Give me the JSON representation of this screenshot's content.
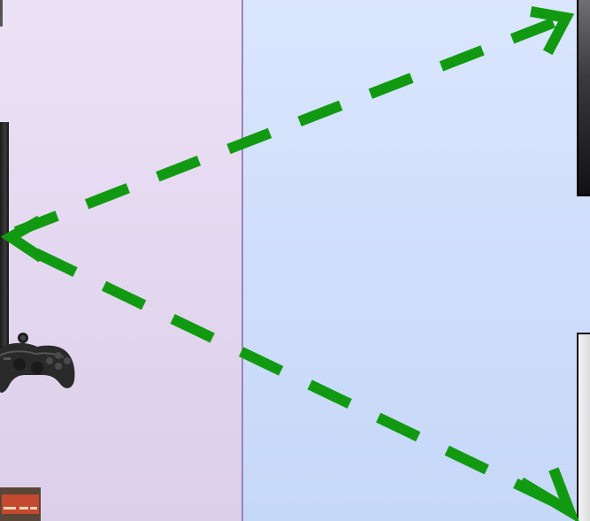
{
  "diagram": {
    "panels": [
      {
        "name": "left-panel",
        "color": "#e6dbf2"
      },
      {
        "name": "right-panel",
        "color": "#d3e1fc"
      }
    ],
    "divider_color": "#9b84bd",
    "arrow_color": "#119a11",
    "arrow_style": "dashed",
    "connections": [
      {
        "from": "console",
        "to": "top-device",
        "bidirectional": true
      },
      {
        "from": "console",
        "to": "bottom-device",
        "bidirectional": false
      }
    ],
    "icons": [
      "console-icon",
      "controller-icon",
      "game-box-icon",
      "top-device-icon",
      "bottom-device-icon"
    ]
  }
}
